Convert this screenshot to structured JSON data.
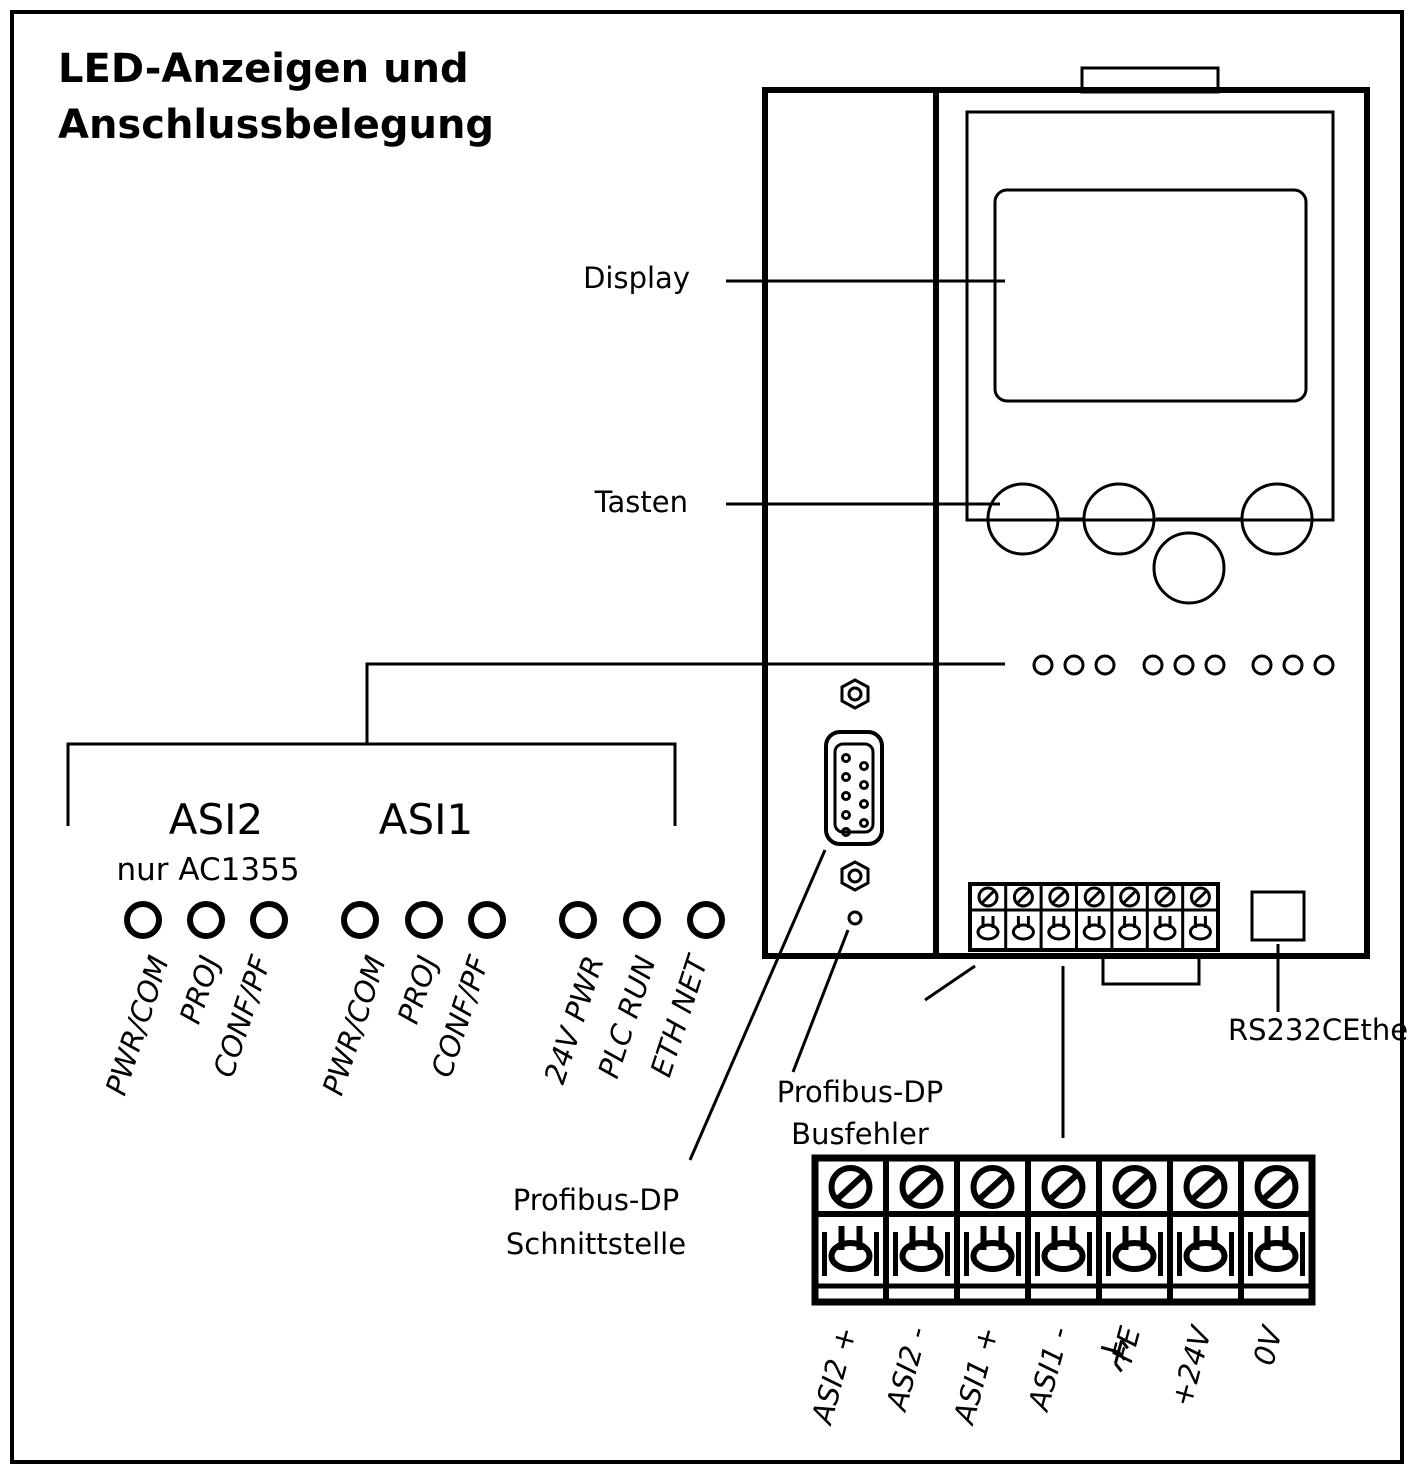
{
  "title": {
    "line1": "LED-Anzeigen und",
    "line2": "Anschlussbelegung"
  },
  "callouts": {
    "display": "Display",
    "keys": "Tasten",
    "rs232": "RS232CEthe",
    "profibus_error_line1": "Profibus-DP",
    "profibus_error_line2": "Busfehler",
    "profibus_iface_line1": "Profibus-DP",
    "profibus_iface_line2": "Schnittstelle"
  },
  "led_groups": {
    "asi2": {
      "label": "ASI2",
      "note": "nur AC1355",
      "leds": [
        "PWR/COM",
        "PROJ",
        "CONF/PF"
      ]
    },
    "asi1": {
      "label": "ASI1",
      "leds": [
        "PWR/COM",
        "PROJ",
        "CONF/PF"
      ]
    },
    "system": {
      "leds": [
        "24V PWR",
        "PLC RUN",
        "ETH NET"
      ]
    }
  },
  "terminals": [
    "ASI2 +",
    "ASI2 -",
    "ASI1 +",
    "ASI1 -",
    "FE",
    "+24V",
    "0V"
  ],
  "icons": {
    "fe_ground": "ground-symbol-icon"
  }
}
